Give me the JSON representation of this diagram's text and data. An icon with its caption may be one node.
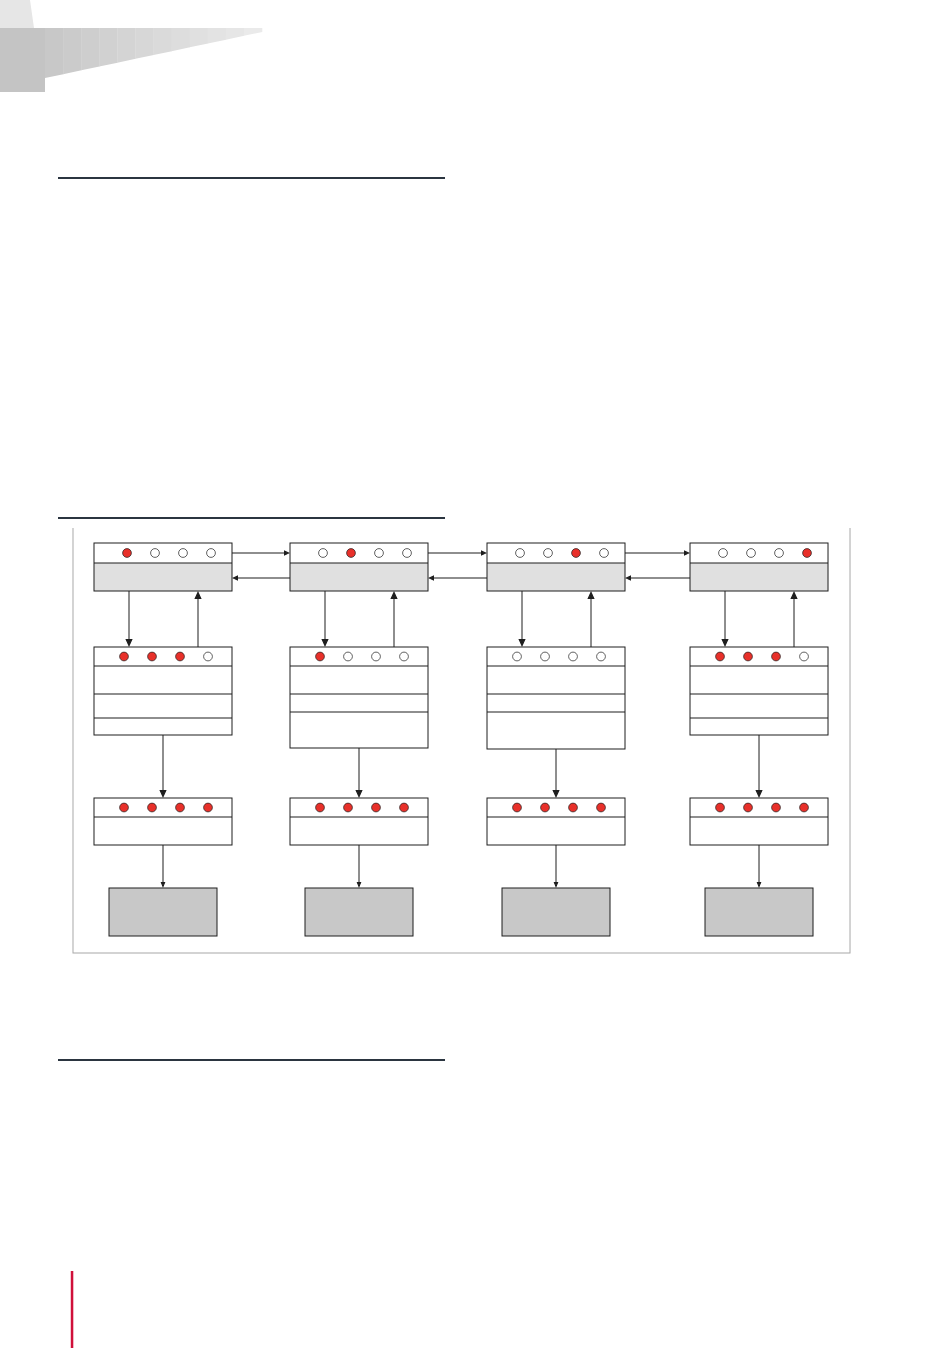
{
  "diagram": {
    "nodes": [
      {
        "text": [],
        "shape": "box"
      },
      {
        "text": [],
        "shape": "box"
      },
      {
        "text": [],
        "shape": "box"
      },
      {
        "text": [],
        "shape": "box"
      },
      {
        "text": [],
        "shape": "box"
      },
      {
        "text": [],
        "shape": "box"
      },
      {
        "text": [],
        "shape": "box"
      },
      {
        "text": [],
        "shape": "box"
      },
      {
        "text": [],
        "shape": "box"
      },
      {
        "text": [],
        "shape": "box"
      },
      {
        "text": [],
        "shape": "box"
      },
      {
        "text": [],
        "shape": "box"
      },
      {
        "text": [],
        "shape": "box"
      },
      {
        "text": [],
        "shape": "box"
      },
      {
        "text": [],
        "shape": "box"
      },
      {
        "text": [],
        "shape": "box"
      }
    ],
    "edges": [
      {
        "from": 0,
        "to": 1,
        "arrow": "to"
      },
      {
        "from": 1,
        "to": 0,
        "arrow": "to"
      },
      {
        "from": 1,
        "to": 2,
        "arrow": "to"
      },
      {
        "from": 2,
        "to": 1,
        "arrow": "to"
      },
      {
        "from": 2,
        "to": 3,
        "arrow": "to"
      },
      {
        "from": 3,
        "to": 2,
        "arrow": "to"
      },
      {
        "from": 0,
        "to": 4,
        "arrow": "to"
      },
      {
        "from": 4,
        "to": 0,
        "arrow": "to"
      },
      {
        "from": 1,
        "to": 5,
        "arrow": "to"
      },
      {
        "from": 5,
        "to": 1,
        "arrow": "to"
      },
      {
        "from": 2,
        "to": 6,
        "arrow": "to"
      },
      {
        "from": 6,
        "to": 2,
        "arrow": "to"
      },
      {
        "from": 3,
        "to": 7,
        "arrow": "to"
      },
      {
        "from": 7,
        "to": 3,
        "arrow": "to"
      },
      {
        "from": 4,
        "to": 8,
        "arrow": "to"
      },
      {
        "from": 5,
        "to": 9,
        "arrow": "to"
      },
      {
        "from": 6,
        "to": 10,
        "arrow": "to"
      },
      {
        "from": 7,
        "to": 11,
        "arrow": "to"
      },
      {
        "from": 8,
        "to": 12,
        "arrow": "to"
      },
      {
        "from": 9,
        "to": 13,
        "arrow": "to"
      },
      {
        "from": 10,
        "to": 14,
        "arrow": "to"
      },
      {
        "from": 11,
        "to": 15,
        "arrow": "to"
      }
    ]
  }
}
